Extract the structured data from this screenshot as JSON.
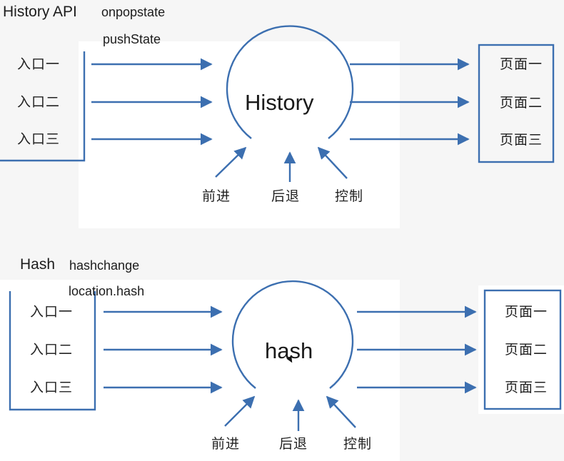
{
  "history": {
    "title": "History API",
    "apis": [
      "onpopstate",
      "pushState"
    ],
    "entries": [
      "入口一",
      "入口二",
      "入口三"
    ],
    "center_label": "History",
    "pages": [
      "页面一",
      "页面二",
      "页面三"
    ],
    "controls": [
      "前进",
      "后退",
      "控制"
    ]
  },
  "hash": {
    "title": "Hash",
    "apis": [
      "hashchange",
      "location.hash"
    ],
    "entries": [
      "入口一",
      "入口二",
      "入口三"
    ],
    "center_label": "hash",
    "pages": [
      "页面一",
      "页面二",
      "页面三"
    ],
    "controls": [
      "前进",
      "后退",
      "控制"
    ]
  },
  "colors": {
    "stroke": "#3c6fb0",
    "background": "#f6f6f6",
    "panel": "#ffffff"
  }
}
